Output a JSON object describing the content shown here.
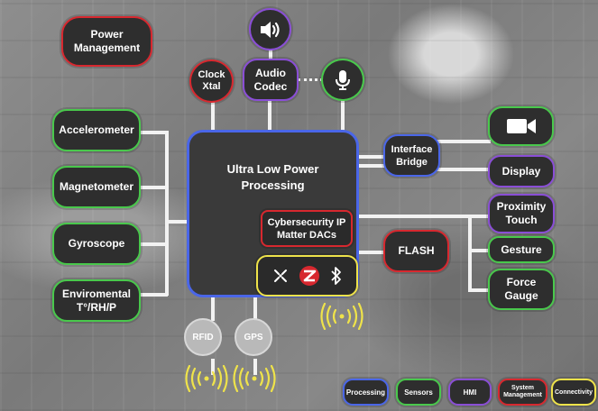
{
  "colors": {
    "processing": "#4a66e8",
    "sensors": "#49c84c",
    "hmi": "#8a4ed6",
    "system_management": "#d7282f",
    "connectivity": "#efe34a",
    "wire": "#f2f2f2",
    "box_fill": "#2e2e2e"
  },
  "icons": [
    "speaker-icon",
    "microphone-icon",
    "video-camera-icon",
    "wireless-sensor-icon",
    "zigbee-icon",
    "bluetooth-icon",
    "signal-wave-icon"
  ],
  "core": {
    "title_line1": "Ultra Low Power",
    "title_line2": "Processing",
    "security_line1": "Cybersecurity IP",
    "security_line2": "Matter DACs"
  },
  "sensors": {
    "accelerometer": "Accelerometer",
    "magnetometer": "Magnetometer",
    "gyroscope": "Gyroscope",
    "environmental_line1": "Enviromental",
    "environmental_line2": "T°/RH/P"
  },
  "top": {
    "power_line1": "Power",
    "power_line2": "Management",
    "clock_line1": "Clock",
    "clock_line2": "Xtal",
    "audio_line1": "Audio",
    "audio_line2": "Codec"
  },
  "right": {
    "bridge_line1": "Interface",
    "bridge_line2": "Bridge",
    "display": "Display",
    "proximity_line1": "Proximity",
    "proximity_line2": "Touch",
    "gesture": "Gesture",
    "force_line1": "Force",
    "force_line2": "Gauge",
    "flash": "FLASH"
  },
  "bottom": {
    "rfid": "RFID",
    "gps": "GPS"
  },
  "legend": {
    "processing": "Processing",
    "sensors": "Sensors",
    "hmi": "HMI",
    "system_line1": "System",
    "system_line2": "Management",
    "connectivity": "Connectivity"
  }
}
